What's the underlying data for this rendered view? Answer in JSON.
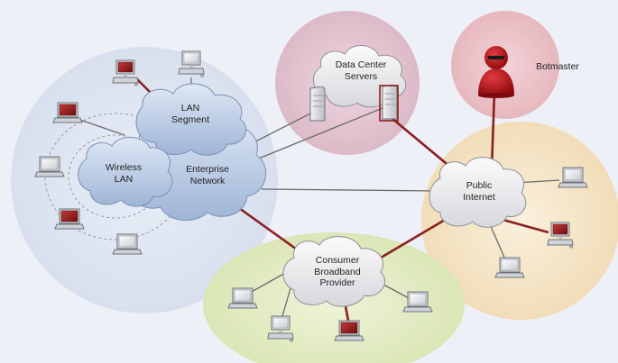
{
  "labels": {
    "lan_segment": [
      "LAN",
      "Segment"
    ],
    "wireless_lan": [
      "Wireless",
      "LAN"
    ],
    "enterprise_network": [
      "Enterprise",
      "Network"
    ],
    "data_center": [
      "Data Center",
      "Servers"
    ],
    "botmaster": "Botmaster",
    "public_internet": [
      "Public",
      "Internet"
    ],
    "consumer_broadband": [
      "Consumer",
      "Broadband",
      "Provider"
    ]
  },
  "colors": {
    "enterprise_zone": "#dfe6f1",
    "datacenter_zone": "#e4c9d3",
    "botmaster_zone": "#ecc6cc",
    "internet_zone": "#f5e4c6",
    "consumer_zone": "#e3ecc5",
    "cloud_gray": "#e8e8ea",
    "cloud_blue": "#bdcde4",
    "infected_link": "#8a1f1f",
    "normal_link": "#6b6b6b",
    "infected_screen": "#8e1a1a",
    "botmaster_figure": "#b0141b"
  },
  "icons": [
    "laptop-icon",
    "desktop-icon",
    "server-icon",
    "botmaster-icon",
    "cloud-icon"
  ]
}
